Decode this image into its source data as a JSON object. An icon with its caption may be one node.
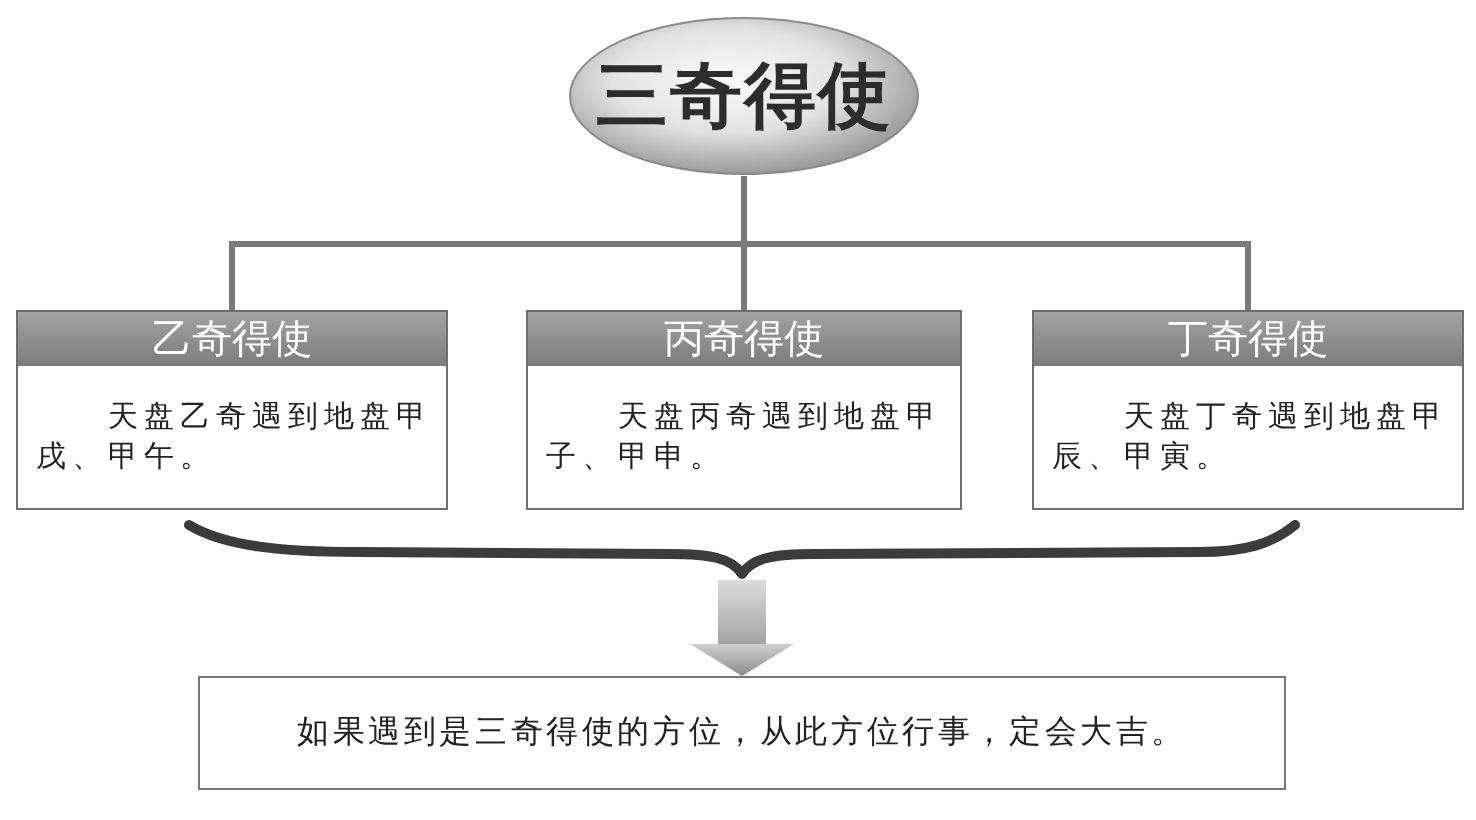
{
  "diagram": {
    "nodes": [
      {
        "text": [
          "三奇得使"
        ]
      },
      {
        "text": [
          "乙奇得使",
          "天盘乙奇遇到地盘甲戌、甲午。"
        ]
      },
      {
        "text": [
          "丙奇得使",
          "天盘丙奇遇到地盘甲子、甲申。"
        ]
      },
      {
        "text": [
          "丁奇得使",
          "天盘丁奇遇到地盘甲辰、甲寅。"
        ]
      },
      {
        "text": [],
        "shape": "brace"
      },
      {
        "text": [
          "如果遇到是三奇得使的方位，从此方位行事，定会大吉。"
        ]
      }
    ],
    "edges": [
      {
        "from": 0,
        "to": 1,
        "arrow": "none"
      },
      {
        "from": 0,
        "to": 2,
        "arrow": "none"
      },
      {
        "from": 0,
        "to": 3,
        "arrow": "none"
      },
      {
        "from": 4,
        "to": 5,
        "arrow": "to"
      }
    ]
  }
}
